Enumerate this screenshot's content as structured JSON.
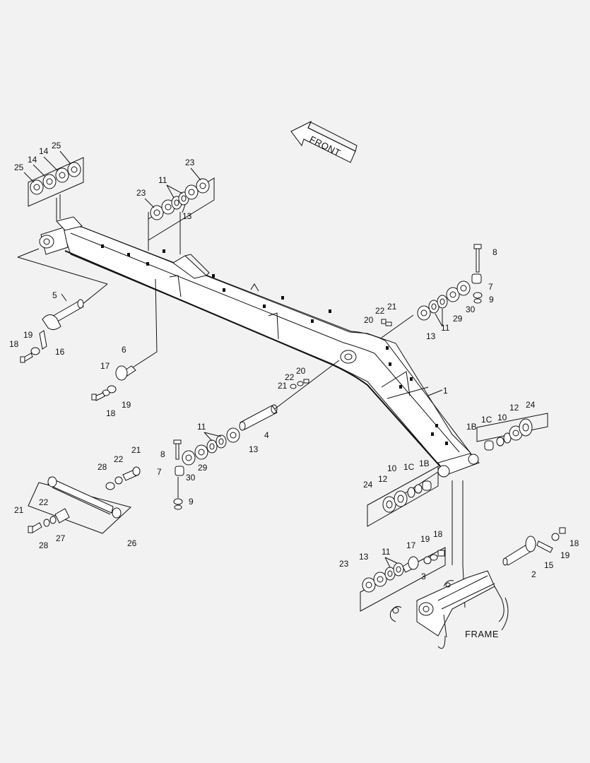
{
  "front_arrow": {
    "text": "FRONT"
  },
  "frame_label": {
    "text": "FRAME"
  },
  "callouts": {
    "c1": "1",
    "c1B_a": "1B",
    "c1B_b": "1B",
    "c1C_a": "1C",
    "c1C_b": "1C",
    "c2": "2",
    "c3": "3",
    "c4": "4",
    "c5": "5",
    "c6": "6",
    "c7_a": "7",
    "c7_b": "7",
    "c8_a": "8",
    "c8_b": "8",
    "c9_a": "9",
    "c9_b": "9",
    "c10_a": "10",
    "c10_b": "10",
    "c11_a": "11",
    "c11_b": "11",
    "c11_c": "11",
    "c11_d": "11",
    "c12_a": "12",
    "c12_b": "12",
    "c13_a": "13",
    "c13_b": "13",
    "c13_c": "13",
    "c13_d": "13",
    "c14_a": "14",
    "c14_b": "14",
    "c15": "15",
    "c16": "16",
    "c17_a": "17",
    "c17_b": "17",
    "c18_a": "18",
    "c18_b": "18",
    "c18_c": "18",
    "c18_d": "18",
    "c19_a": "19",
    "c19_b": "19",
    "c19_c": "19",
    "c19_d": "19",
    "c20_a": "20",
    "c20_b": "20",
    "c21_a": "21",
    "c21_b": "21",
    "c21_c": "21",
    "c21_d": "21",
    "c22_a": "22",
    "c22_b": "22",
    "c22_c": "22",
    "c22_d": "22",
    "c23_a": "23",
    "c23_b": "23",
    "c23_c": "23",
    "c24_a": "24",
    "c24_b": "24",
    "c25_a": "25",
    "c25_b": "25",
    "c26": "26",
    "c27": "27",
    "c28_a": "28",
    "c28_b": "28",
    "c29_a": "29",
    "c29_b": "29",
    "c30_a": "30",
    "c30_b": "30"
  }
}
